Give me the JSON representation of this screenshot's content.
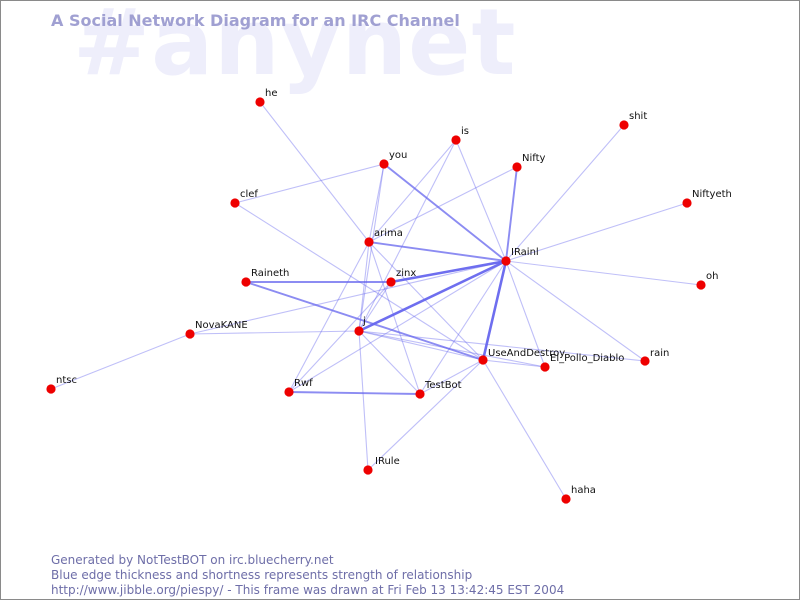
{
  "watermark": "#anynet",
  "title": "A Social Network Diagram for an IRC Channel",
  "footer": {
    "line1": "Generated by NotTestBOT on irc.bluecherry.net",
    "line2": "Blue edge thickness and shortness represents strength of relationship",
    "line3": "http://www.jibble.org/piespy/ - This frame was drawn at Fri Feb 13 13:42:45 EST 2004"
  },
  "colors": {
    "node": "#ee0000",
    "edge": "#6666ee",
    "title": "#a0a0d2",
    "watermark": "#eeeefb",
    "footer": "#6e6ea8"
  },
  "nodes": [
    {
      "id": "he",
      "label": "he"
    },
    {
      "id": "is",
      "label": "is"
    },
    {
      "id": "shit",
      "label": "shit"
    },
    {
      "id": "you",
      "label": "you"
    },
    {
      "id": "nifty",
      "label": "Nifty"
    },
    {
      "id": "clef",
      "label": "clef"
    },
    {
      "id": "niftyeth",
      "label": "Niftyeth"
    },
    {
      "id": "arima",
      "label": "arima"
    },
    {
      "id": "irainl",
      "label": "IRainl"
    },
    {
      "id": "raineth",
      "label": "Raineth"
    },
    {
      "id": "zinx",
      "label": "zinx"
    },
    {
      "id": "oh",
      "label": "oh"
    },
    {
      "id": "novakane",
      "label": "NovaKANE"
    },
    {
      "id": "j",
      "label": "j"
    },
    {
      "id": "useanddestroy",
      "label": "UseAndDestroy"
    },
    {
      "id": "elpollo",
      "label": "El_Pollo_Diablo"
    },
    {
      "id": "rain",
      "label": "rain"
    },
    {
      "id": "ntsc",
      "label": "ntsc"
    },
    {
      "id": "rwf",
      "label": "Rwf"
    },
    {
      "id": "testbot",
      "label": "TestBot"
    },
    {
      "id": "irule",
      "label": "IRule"
    },
    {
      "id": "haha",
      "label": "haha"
    }
  ],
  "edges": [
    {
      "source": "he",
      "target": "arima",
      "strength": 1
    },
    {
      "source": "you",
      "target": "irainl",
      "strength": 2
    },
    {
      "source": "you",
      "target": "clef",
      "strength": 1
    },
    {
      "source": "you",
      "target": "arima",
      "strength": 1
    },
    {
      "source": "you",
      "target": "j",
      "strength": 1
    },
    {
      "source": "is",
      "target": "arima",
      "strength": 1
    },
    {
      "source": "is",
      "target": "irainl",
      "strength": 1
    },
    {
      "source": "is",
      "target": "j",
      "strength": 1
    },
    {
      "source": "nifty",
      "target": "irainl",
      "strength": 2
    },
    {
      "source": "nifty",
      "target": "arima",
      "strength": 1
    },
    {
      "source": "shit",
      "target": "irainl",
      "strength": 1
    },
    {
      "source": "niftyeth",
      "target": "irainl",
      "strength": 1
    },
    {
      "source": "oh",
      "target": "irainl",
      "strength": 1
    },
    {
      "source": "clef",
      "target": "useanddestroy",
      "strength": 1
    },
    {
      "source": "arima",
      "target": "irainl",
      "strength": 2
    },
    {
      "source": "arima",
      "target": "j",
      "strength": 1
    },
    {
      "source": "arima",
      "target": "rwf",
      "strength": 1
    },
    {
      "source": "arima",
      "target": "testbot",
      "strength": 1
    },
    {
      "source": "arima",
      "target": "useanddestroy",
      "strength": 1
    },
    {
      "source": "raineth",
      "target": "zinx",
      "strength": 2
    },
    {
      "source": "raineth",
      "target": "useanddestroy",
      "strength": 2
    },
    {
      "source": "zinx",
      "target": "irainl",
      "strength": 3
    },
    {
      "source": "zinx",
      "target": "j",
      "strength": 1
    },
    {
      "source": "zinx",
      "target": "rwf",
      "strength": 1
    },
    {
      "source": "j",
      "target": "irainl",
      "strength": 3
    },
    {
      "source": "j",
      "target": "novakane",
      "strength": 1
    },
    {
      "source": "j",
      "target": "useanddestroy",
      "strength": 1
    },
    {
      "source": "j",
      "target": "testbot",
      "strength": 1
    },
    {
      "source": "j",
      "target": "irule",
      "strength": 1
    },
    {
      "source": "j",
      "target": "elpollo",
      "strength": 1
    },
    {
      "source": "j",
      "target": "rain",
      "strength": 1
    },
    {
      "source": "novakane",
      "target": "ntsc",
      "strength": 1
    },
    {
      "source": "novakane",
      "target": "irainl",
      "strength": 1
    },
    {
      "source": "irainl",
      "target": "useanddestroy",
      "strength": 3
    },
    {
      "source": "irainl",
      "target": "elpollo",
      "strength": 1
    },
    {
      "source": "irainl",
      "target": "testbot",
      "strength": 1
    },
    {
      "source": "irainl",
      "target": "rain",
      "strength": 1
    },
    {
      "source": "irainl",
      "target": "rwf",
      "strength": 1
    },
    {
      "source": "useanddestroy",
      "target": "elpollo",
      "strength": 1
    },
    {
      "source": "useanddestroy",
      "target": "haha",
      "strength": 1
    },
    {
      "source": "useanddestroy",
      "target": "testbot",
      "strength": 1
    },
    {
      "source": "useanddestroy",
      "target": "irule",
      "strength": 1
    },
    {
      "source": "rwf",
      "target": "testbot",
      "strength": 2
    }
  ]
}
